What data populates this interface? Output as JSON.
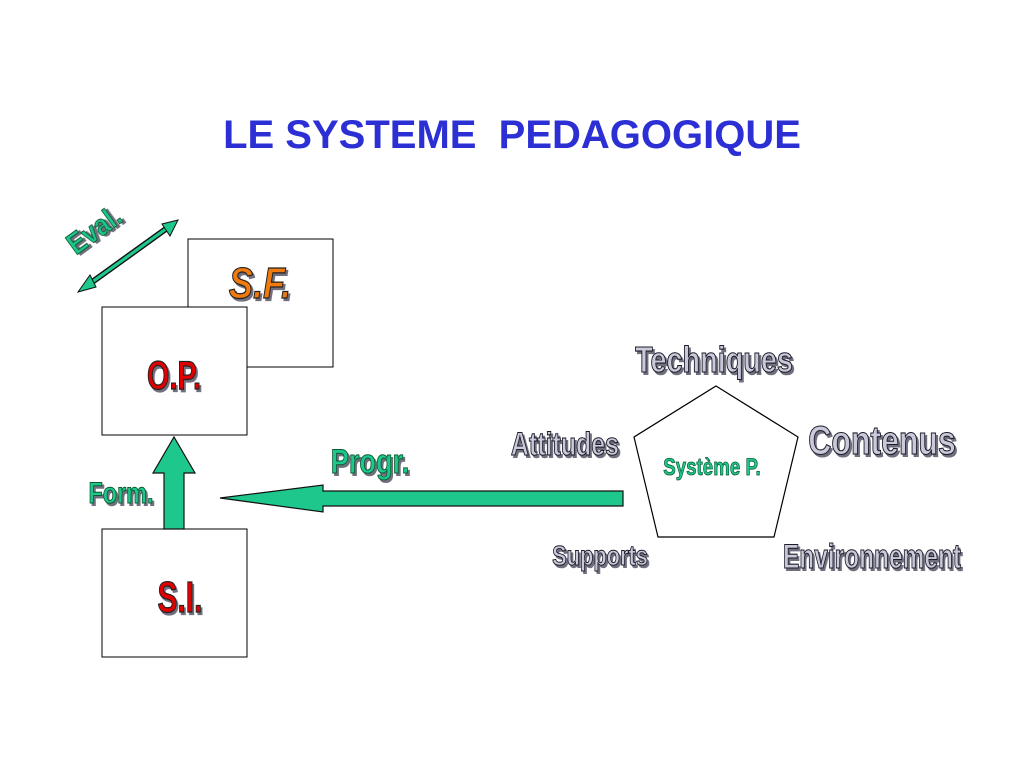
{
  "title": "LE SYSTEME  PEDAGOGIQUE",
  "boxes": {
    "sf": "S.F.",
    "op": "O.P.",
    "si": "S.I."
  },
  "labels": {
    "eval": "Eval.",
    "form": "Form.",
    "progr": "Progr."
  },
  "pentagon": {
    "center": "Système P.",
    "techniques": "Techniques",
    "contenus": "Contenus",
    "attitudes": "Attitudes",
    "supports": "Supports",
    "environnement": "Environnement"
  },
  "colors": {
    "title": "#2b2fd4",
    "op_text": "#e00000",
    "sf_text": "#f07a10",
    "green_fill": "#1ec88c",
    "green_label": "#138a4a",
    "grey_text": "#c9c9d9",
    "shadow": "#555566"
  }
}
